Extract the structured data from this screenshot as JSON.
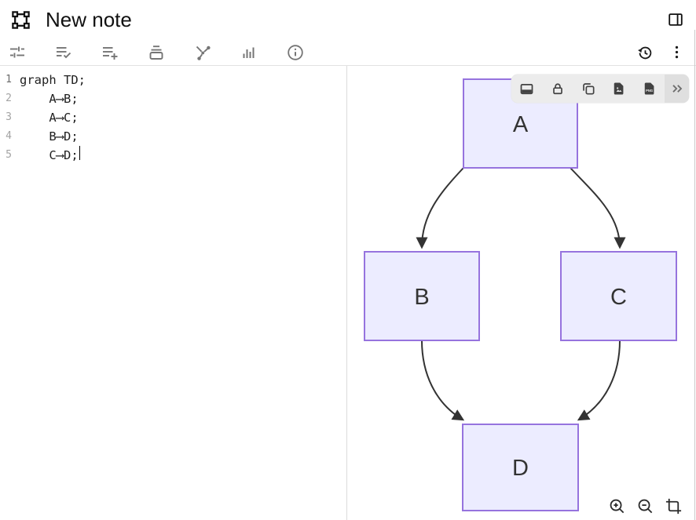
{
  "header": {
    "title": "New note",
    "logo_icon": "group",
    "right_icon": "panel-right"
  },
  "toolbar": {
    "left_icons": [
      "tune",
      "list-check",
      "list-add",
      "archive",
      "flowchart",
      "bar-chart",
      "info"
    ],
    "right_icons": [
      "history",
      "more-vertical"
    ]
  },
  "editor": {
    "lines": [
      {
        "number": "1",
        "code": "graph TD;"
      },
      {
        "number": "2",
        "code": "    A⟶B;"
      },
      {
        "number": "3",
        "code": "    A⟶C;"
      },
      {
        "number": "4",
        "code": "    B⟶D;"
      },
      {
        "number": "5",
        "code": "    C⟶D;"
      }
    ],
    "cursor_line": 5
  },
  "diagram": {
    "type": "flowchart",
    "direction": "TD",
    "nodes": [
      {
        "id": "A",
        "label": "A"
      },
      {
        "id": "B",
        "label": "B"
      },
      {
        "id": "C",
        "label": "C"
      },
      {
        "id": "D",
        "label": "D"
      }
    ],
    "edges": [
      {
        "from": "A",
        "to": "B"
      },
      {
        "from": "A",
        "to": "C"
      },
      {
        "from": "B",
        "to": "D"
      },
      {
        "from": "C",
        "to": "D"
      }
    ]
  },
  "floating_toolbar": {
    "icons": [
      "panel-bottom",
      "lock",
      "copy",
      "export-image",
      "export-png",
      "expand"
    ],
    "png_label": "PNG"
  },
  "zoom_controls": {
    "icons": [
      "zoom-in",
      "zoom-out",
      "crop"
    ]
  },
  "theme": {
    "node-fill": "#ECECFF",
    "node-border": "#9673DE",
    "edge-color": "#333333"
  }
}
